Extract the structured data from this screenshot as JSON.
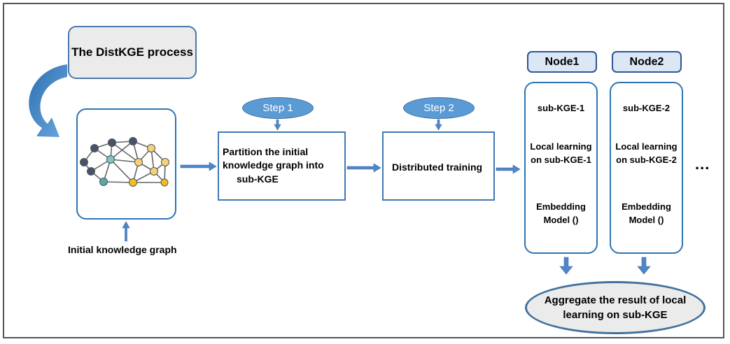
{
  "title": "The DistKGE process",
  "initial_graph_label": "Initial knowledge graph",
  "steps": [
    {
      "label": "Step 1",
      "box_lines": [
        "Partition the initial",
        "knowledge graph into",
        "sub-KGE"
      ]
    },
    {
      "label": "Step 2",
      "box_lines": [
        "Distributed training"
      ]
    }
  ],
  "nodes": [
    {
      "name": "Node1",
      "sub": "sub-KGE-1",
      "learn": [
        "Local learning",
        "on sub-KGE-1"
      ],
      "model": [
        "Embedding",
        "Model ()"
      ]
    },
    {
      "name": "Node2",
      "sub": "sub-KGE-2",
      "learn": [
        "Local learning",
        "on sub-KGE-2"
      ],
      "model": [
        "Embedding",
        "Model ()"
      ]
    }
  ],
  "ellipsis": "...",
  "aggregate": [
    "Aggregate the result of local",
    "learning on sub-KGE"
  ],
  "colors": {
    "accent_blue": "#5b9bd5",
    "arrow_blue": "#4f86c6",
    "border_blue": "#2e74b5",
    "gray_fill": "#ebebeb",
    "graph_node_dark": "#44546a",
    "graph_node_teal": "#5aa7a9",
    "graph_node_gold": "#f0c020"
  }
}
